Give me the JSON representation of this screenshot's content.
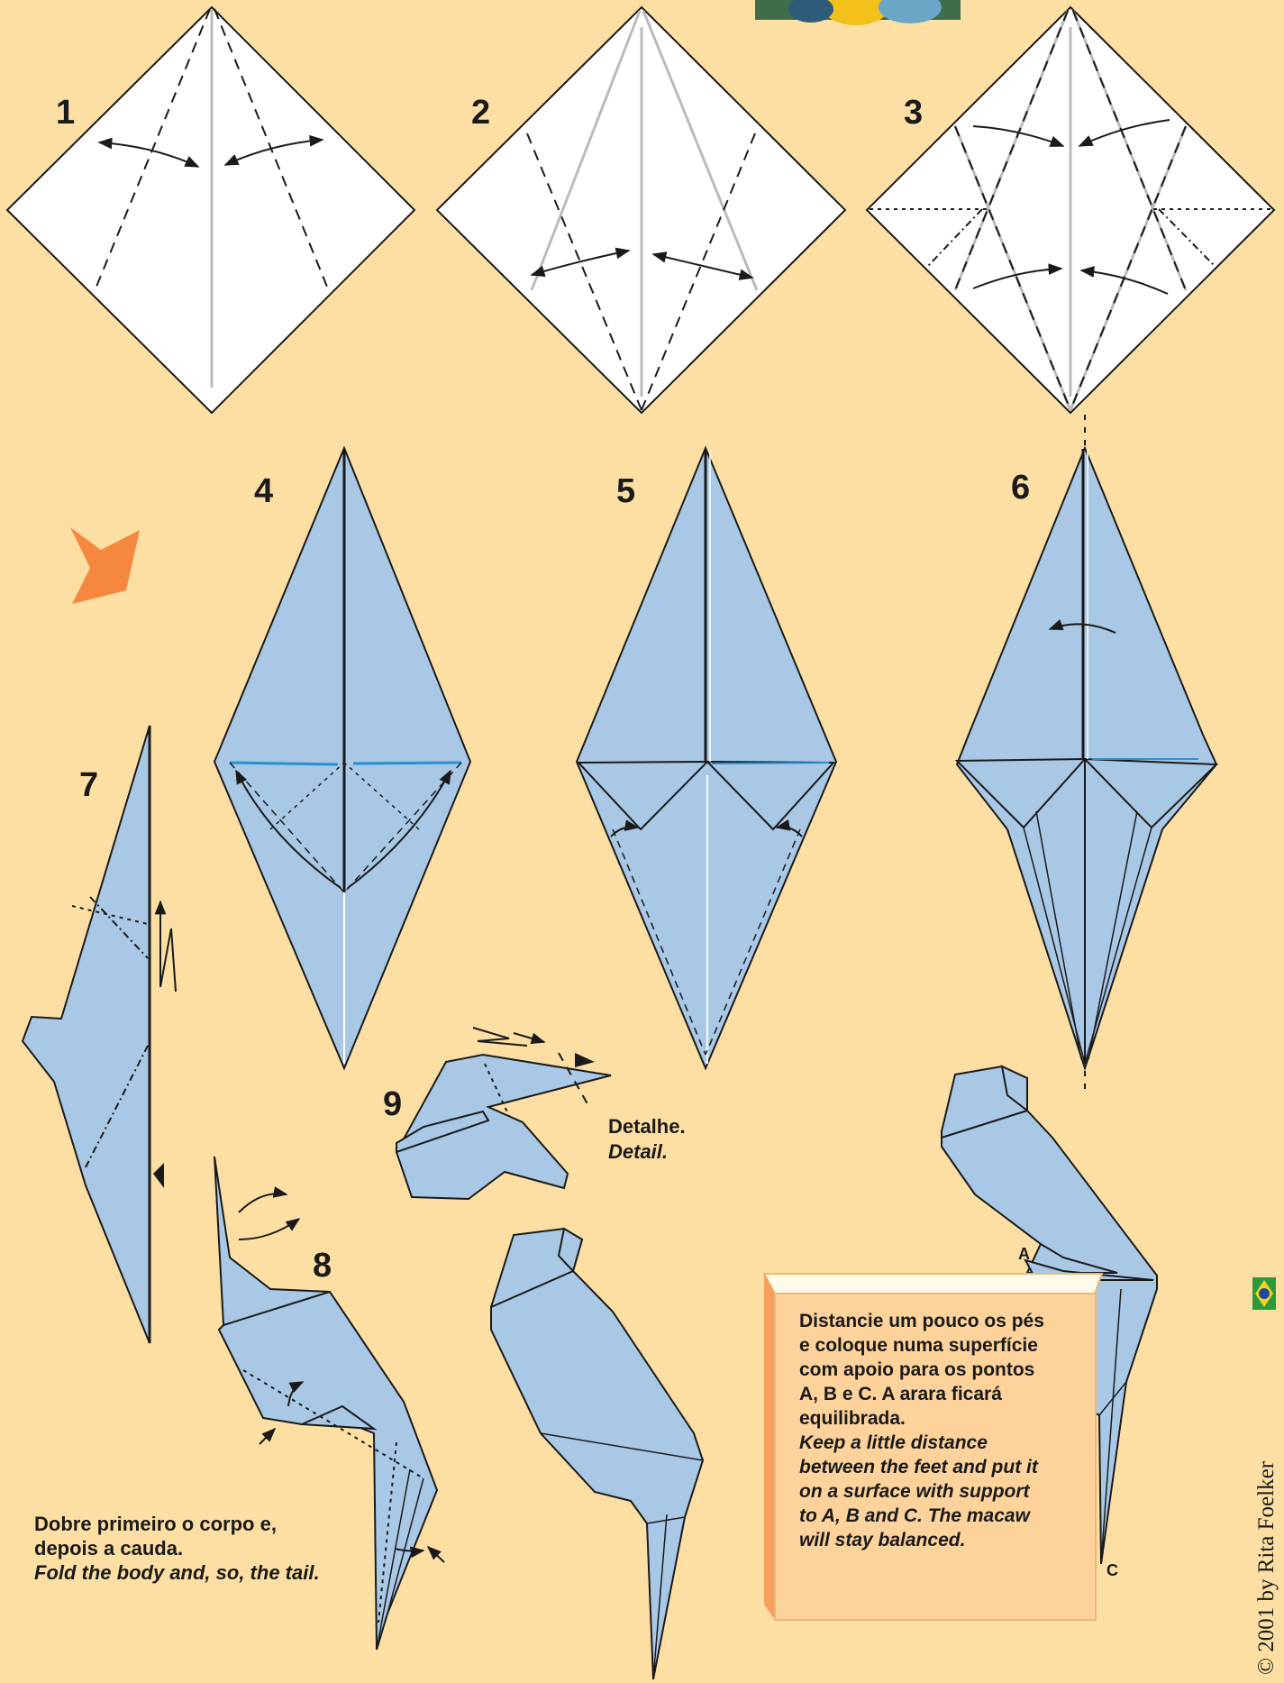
{
  "steps": [
    "1",
    "2",
    "3",
    "4",
    "5",
    "6",
    "7",
    "8",
    "9"
  ],
  "detail": {
    "pt": "Detalhe.",
    "en": "Detail."
  },
  "caption_fold": {
    "line1": "Dobre primeiro o corpo e,",
    "line2": "depois a cauda.",
    "line3": "Fold the body and, so, the tail."
  },
  "info_box": {
    "pt": [
      "Distancie um pouco os pés",
      "e coloque numa superfície",
      "com apoio para os pontos",
      "A, B e C. A arara ficará",
      "equilibrada."
    ],
    "en": [
      "Keep a little distance",
      "between the feet and put it",
      "on a surface with support",
      "to A, B and C. The macaw",
      "will stay balanced."
    ]
  },
  "support_points": {
    "a": "A",
    "b": "B",
    "c": "C"
  },
  "copyright": "© 2001 by Rita Foelker",
  "colors": {
    "background": "#fddfa3",
    "paper": "#a8c8e6",
    "white_paper": "#ffffff",
    "orange": "#f5873f",
    "box_front": "#fdd29b",
    "box_top": "#fffbe8",
    "box_side": "#f6a05c",
    "blue_line": "#2d8fd0"
  }
}
